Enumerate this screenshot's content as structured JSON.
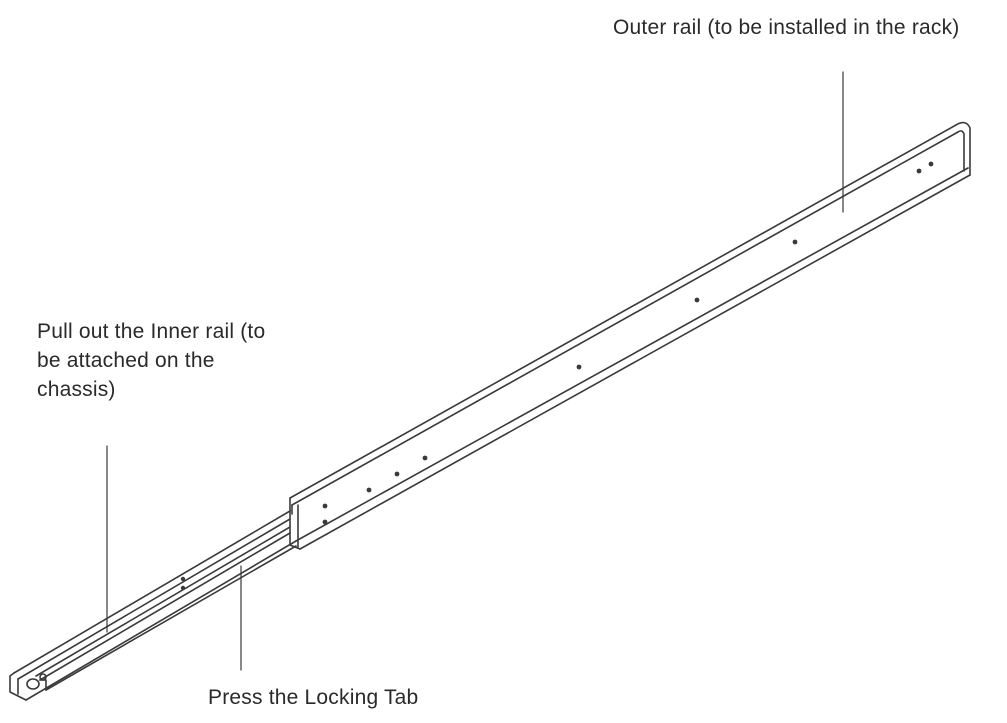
{
  "callouts": {
    "outer_rail": "Outer rail (to be installed in the rack)",
    "inner_rail": "Pull out the Inner rail (to be attached on the chassis)",
    "locking_tab": "Press the Locking Tab"
  }
}
